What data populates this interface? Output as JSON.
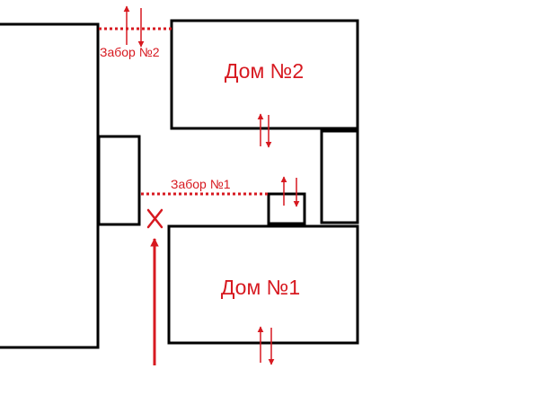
{
  "accent_color": "#d71920",
  "outline_color": "#000000",
  "houses": [
    {
      "id": "house-1",
      "label": "Дом №1"
    },
    {
      "id": "house-2",
      "label": "Дом №2"
    }
  ],
  "fences": [
    {
      "id": "fence-1",
      "label": "Забор №1"
    },
    {
      "id": "fence-2",
      "label": "Забор №2"
    }
  ],
  "markers": {
    "blocked_symbol": "cross-icon",
    "entry_symbol": "up-arrow-icon",
    "passage_symbol": "two-way-arrow-icon"
  }
}
